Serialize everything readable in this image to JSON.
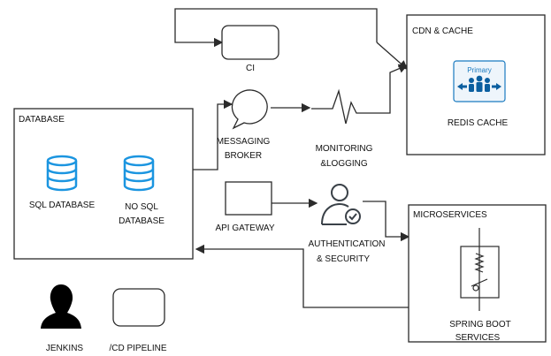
{
  "diagram": {
    "boxes": {
      "cdn": "CDN & CACHE",
      "database": "DATABASE",
      "microservices": "MICROSERVICES"
    },
    "nodes": {
      "ci": "CI",
      "messaging_line1": "MESSAGING",
      "messaging_line2": "BROKER",
      "monitoring_line1": "MONITORING",
      "monitoring_line2": "&LOGGING",
      "redis_badge": "Primary",
      "redis": "REDIS CACHE",
      "sql_db": "SQL DATABASE",
      "nosql_line1": "NO SQL",
      "nosql_line2": "DATABASE",
      "api_gateway": "API GATEWAY",
      "auth_line1": "AUTHENTICATION",
      "auth_line2": "& SECURITY",
      "spring_line1": "SPRING BOOT",
      "spring_line2": "SERVICES",
      "jenkins": "JENKINS",
      "cd_pipeline": "/CD PIPELINE"
    },
    "colors": {
      "db_icon": "#1b95e0",
      "redis_bg": "#eef5fb",
      "redis_border": "#1a7ac0",
      "redis_icon": "#0b5fa0",
      "line": "#2b2b2b"
    }
  }
}
